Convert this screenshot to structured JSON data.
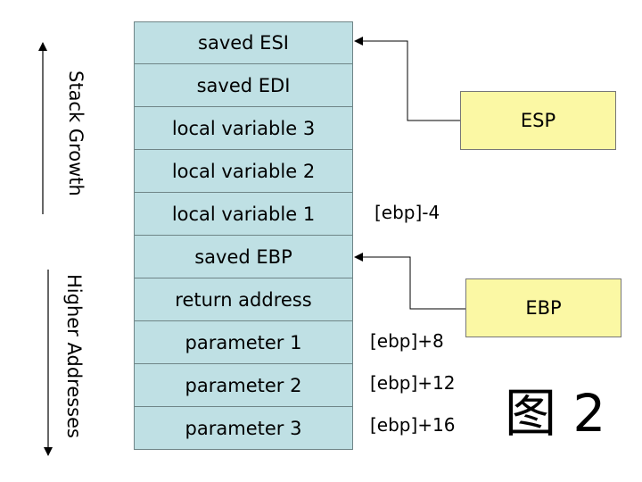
{
  "stack_frame": [
    "saved ESI",
    "saved EDI",
    "local variable 3",
    "local variable 2",
    "local variable 1",
    "saved EBP",
    "return address",
    "parameter 1",
    "parameter 2",
    "parameter 3"
  ],
  "offsets": {
    "local_variable_1": "[ebp]-4",
    "parameter_1": "[ebp]+8",
    "parameter_2": "[ebp]+12",
    "parameter_3": "[ebp]+16"
  },
  "registers": {
    "esp": "ESP",
    "ebp": "EBP"
  },
  "axis_labels": {
    "stack_growth": "Stack Growth",
    "higher_addresses": "Higher Addresses"
  },
  "figure_label": "图 2",
  "colors": {
    "stack_cell": "#bfe0e4",
    "register_box": "#fbf8a4"
  }
}
